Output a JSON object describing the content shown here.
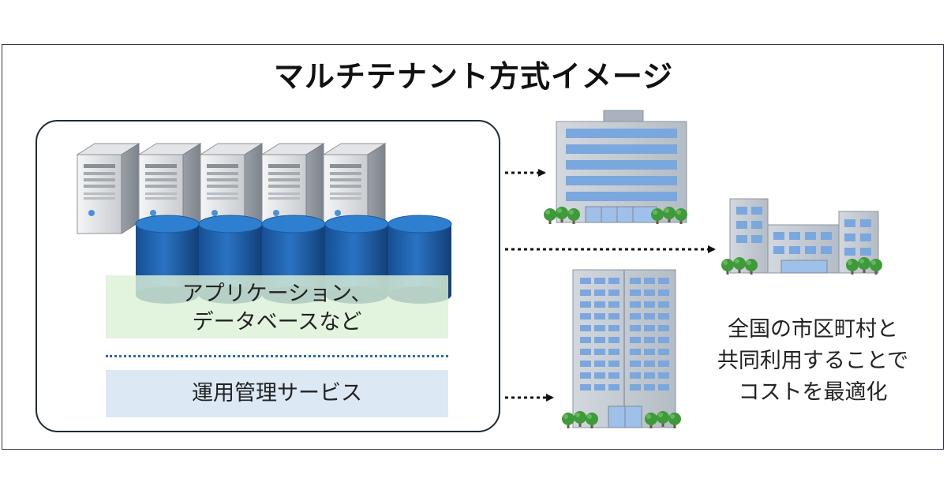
{
  "title": "マルチテナント方式イメージ",
  "system": {
    "app_layer_line1": "アプリケーション、",
    "app_layer_line2": "データベースなど",
    "ops_layer": "運用管理サービス"
  },
  "caption": {
    "line1": "全国の市区町村と",
    "line2": "共同利用することで",
    "line3": "コストを最適化"
  },
  "colors": {
    "database": "#1f5fa8",
    "app_layer": "#dcefd6",
    "ops_layer": "#dde8f5",
    "building": "#b9c2cc",
    "window": "#7aa7de",
    "tree": "#3f9a3a"
  }
}
